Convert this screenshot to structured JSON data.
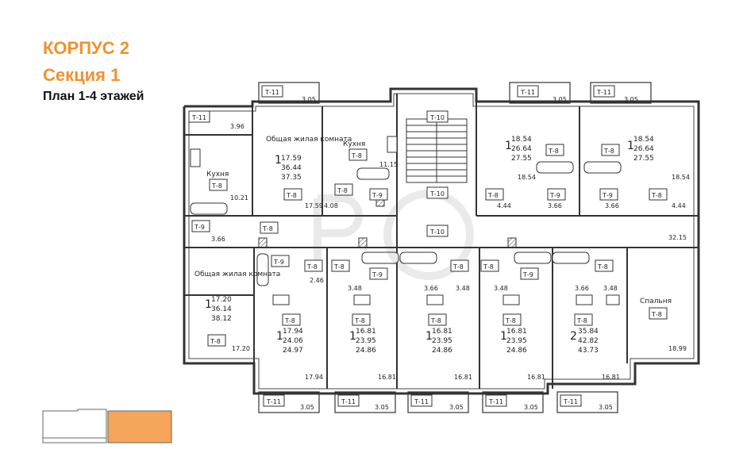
{
  "header": {
    "building": "КОРПУС 2",
    "section": "Секция 1",
    "plan": "План 1-4 этажей"
  },
  "colors": {
    "accent": "#f0922e",
    "wall": "#333333",
    "highlight": "#f5a55a"
  },
  "rooms": {
    "kitchen": "Кухня",
    "common_room": "Общая жилая комната",
    "bedroom": "Спальня"
  },
  "tags": {
    "t8": "Т-8",
    "t9": "Т-9",
    "t10": "Т-10",
    "t11": "Т-11"
  },
  "apartments": {
    "top_left": {
      "rooms": "1",
      "living": "17.59",
      "total": "36.44",
      "full": "37.35"
    },
    "top_right_1": {
      "rooms": "1",
      "living": "18.54",
      "total": "26.64",
      "full": "27.55"
    },
    "top_right_2": {
      "rooms": "1",
      "living": "18.54",
      "total": "26.64",
      "full": "27.55"
    },
    "left": {
      "rooms": "1",
      "living": "17.20",
      "total": "36.14",
      "full": "38.12"
    },
    "b1": {
      "rooms": "1",
      "living": "17.94",
      "total": "24.06",
      "full": "24.97"
    },
    "b2": {
      "rooms": "1",
      "living": "16.81",
      "total": "23.95",
      "full": "24.86"
    },
    "b3": {
      "rooms": "1",
      "living": "16.81",
      "total": "23.95",
      "full": "24.86"
    },
    "b4": {
      "rooms": "1",
      "living": "16.81",
      "total": "23.95",
      "full": "24.86"
    },
    "b5": {
      "rooms": "2",
      "living": "35.84",
      "total": "42.82",
      "full": "43.73"
    }
  },
  "dims": {
    "d305": "3.05",
    "d396": "3.96",
    "d1021": "10.21",
    "d366": "3.66",
    "d1759": "17.59",
    "d408": "4.08",
    "d1115": "11.15",
    "d1854": "18.54",
    "d444": "4.44",
    "d3215": "32.15",
    "d246": "2.46",
    "d348": "3.48",
    "d1720": "17.20",
    "d1899": "18.99",
    "d1794": "17.94",
    "d1681": "16.81"
  }
}
